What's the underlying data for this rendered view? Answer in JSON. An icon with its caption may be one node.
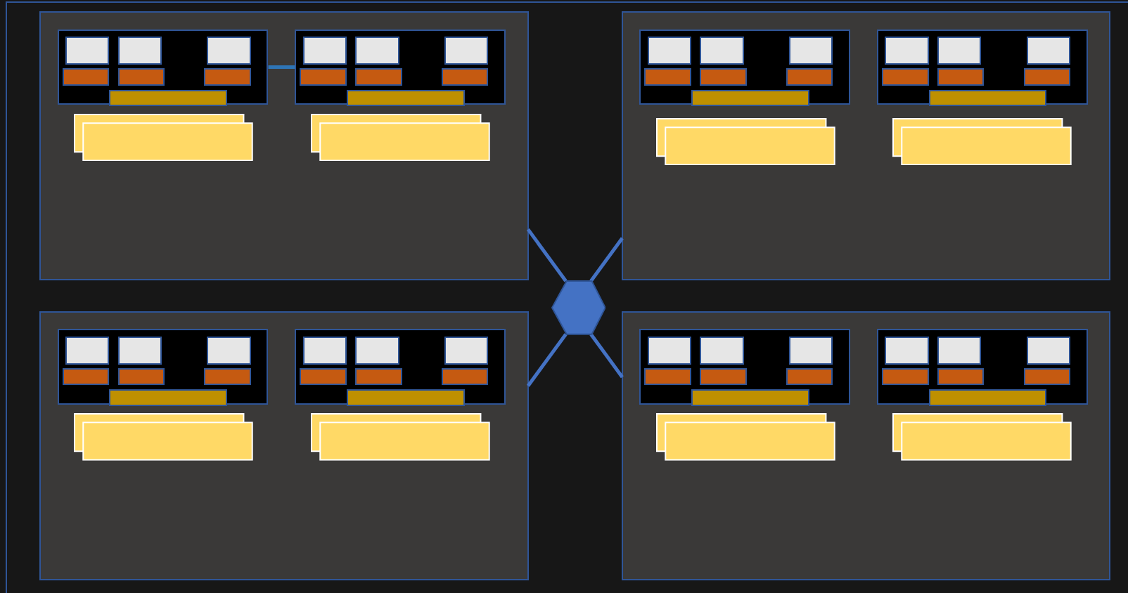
{
  "diagram": {
    "nodes": [
      {
        "text": [],
        "shape": "box"
      },
      {
        "text": [],
        "shape": "box",
        "in": 0
      },
      {
        "text": [],
        "shape": "box",
        "in": 1
      },
      {
        "text": [],
        "shape": "box",
        "in": 1
      },
      {
        "text": [],
        "shape": "box",
        "in": 1
      },
      {
        "text": [],
        "shape": "bar",
        "in": 1
      },
      {
        "text": [],
        "shape": "bar",
        "in": 1
      },
      {
        "text": [],
        "shape": "bar",
        "in": 1
      },
      {
        "text": [],
        "shape": "bar",
        "in": 1
      },
      {
        "text": [],
        "shape": "box",
        "in": 0
      },
      {
        "text": [],
        "shape": "box",
        "in": 9
      },
      {
        "text": [],
        "shape": "box",
        "in": 9
      },
      {
        "text": [],
        "shape": "box",
        "in": 9
      },
      {
        "text": [],
        "shape": "bar",
        "in": 9
      },
      {
        "text": [],
        "shape": "bar",
        "in": 9
      },
      {
        "text": [],
        "shape": "bar",
        "in": 9
      },
      {
        "text": [],
        "shape": "bar",
        "in": 9
      },
      {
        "text": [],
        "shape": "box",
        "in": 0
      },
      {
        "text": [],
        "shape": "box",
        "in": 0
      },
      {
        "text": [],
        "shape": "box"
      },
      {
        "text": [],
        "shape": "box",
        "in": 19
      },
      {
        "text": [],
        "shape": "box",
        "in": 20
      },
      {
        "text": [],
        "shape": "box",
        "in": 20
      },
      {
        "text": [],
        "shape": "box",
        "in": 20
      },
      {
        "text": [],
        "shape": "bar",
        "in": 20
      },
      {
        "text": [],
        "shape": "bar",
        "in": 20
      },
      {
        "text": [],
        "shape": "bar",
        "in": 20
      },
      {
        "text": [],
        "shape": "bar",
        "in": 20
      },
      {
        "text": [],
        "shape": "box",
        "in": 19
      },
      {
        "text": [],
        "shape": "box",
        "in": 28
      },
      {
        "text": [],
        "shape": "box",
        "in": 28
      },
      {
        "text": [],
        "shape": "box",
        "in": 28
      },
      {
        "text": [],
        "shape": "bar",
        "in": 28
      },
      {
        "text": [],
        "shape": "bar",
        "in": 28
      },
      {
        "text": [],
        "shape": "bar",
        "in": 28
      },
      {
        "text": [],
        "shape": "bar",
        "in": 28
      },
      {
        "text": [],
        "shape": "box",
        "in": 19
      },
      {
        "text": [],
        "shape": "box",
        "in": 19
      },
      {
        "text": [],
        "shape": "box"
      },
      {
        "text": [],
        "shape": "box",
        "in": 38
      },
      {
        "text": [],
        "shape": "box",
        "in": 39
      },
      {
        "text": [],
        "shape": "box",
        "in": 39
      },
      {
        "text": [],
        "shape": "box",
        "in": 39
      },
      {
        "text": [],
        "shape": "bar",
        "in": 39
      },
      {
        "text": [],
        "shape": "bar",
        "in": 39
      },
      {
        "text": [],
        "shape": "bar",
        "in": 39
      },
      {
        "text": [],
        "shape": "bar",
        "in": 39
      },
      {
        "text": [],
        "shape": "box",
        "in": 38
      },
      {
        "text": [],
        "shape": "box",
        "in": 47
      },
      {
        "text": [],
        "shape": "box",
        "in": 47
      },
      {
        "text": [],
        "shape": "box",
        "in": 47
      },
      {
        "text": [],
        "shape": "bar",
        "in": 47
      },
      {
        "text": [],
        "shape": "bar",
        "in": 47
      },
      {
        "text": [],
        "shape": "bar",
        "in": 47
      },
      {
        "text": [],
        "shape": "bar",
        "in": 47
      },
      {
        "text": [],
        "shape": "box",
        "in": 38
      },
      {
        "text": [],
        "shape": "box",
        "in": 38
      },
      {
        "text": [],
        "shape": "box"
      },
      {
        "text": [],
        "shape": "box",
        "in": 57
      },
      {
        "text": [],
        "shape": "box",
        "in": 58
      },
      {
        "text": [],
        "shape": "box",
        "in": 58
      },
      {
        "text": [],
        "shape": "box",
        "in": 58
      },
      {
        "text": [],
        "shape": "bar",
        "in": 58
      },
      {
        "text": [],
        "shape": "bar",
        "in": 58
      },
      {
        "text": [],
        "shape": "bar",
        "in": 58
      },
      {
        "text": [],
        "shape": "bar",
        "in": 58
      },
      {
        "text": [],
        "shape": "box",
        "in": 57
      },
      {
        "text": [],
        "shape": "box",
        "in": 66
      },
      {
        "text": [],
        "shape": "box",
        "in": 66
      },
      {
        "text": [],
        "shape": "box",
        "in": 66
      },
      {
        "text": [],
        "shape": "bar",
        "in": 66
      },
      {
        "text": [],
        "shape": "bar",
        "in": 66
      },
      {
        "text": [],
        "shape": "bar",
        "in": 66
      },
      {
        "text": [],
        "shape": "bar",
        "in": 66
      },
      {
        "text": [],
        "shape": "box",
        "in": 57
      },
      {
        "text": [],
        "shape": "box",
        "in": 57
      },
      {
        "text": [],
        "shape": "hexagon"
      }
    ],
    "edges": [
      {
        "from": 1,
        "to": 9,
        "arrow": "none",
        "color": "#2e75b6"
      },
      {
        "from": 76,
        "to": 0,
        "arrow": "none"
      },
      {
        "from": 76,
        "to": 19,
        "arrow": "none"
      },
      {
        "from": 76,
        "to": 38,
        "arrow": "none"
      },
      {
        "from": 76,
        "to": 57,
        "arrow": "none"
      }
    ]
  }
}
